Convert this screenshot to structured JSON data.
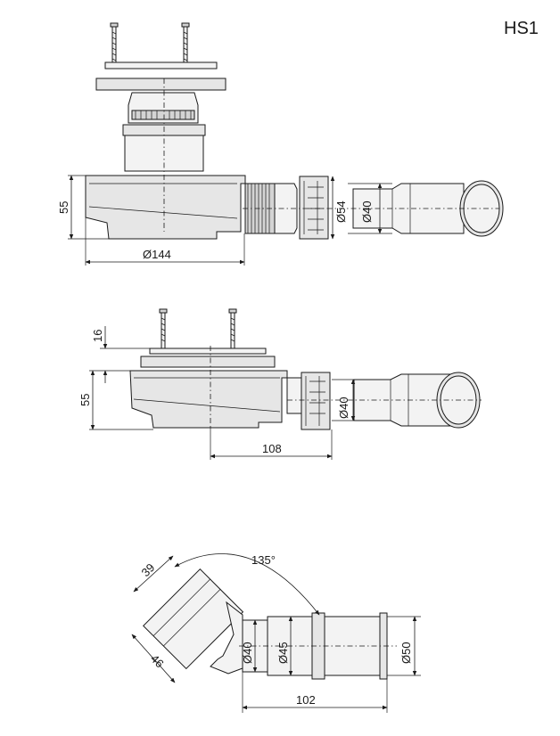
{
  "model": "HS1",
  "view1": {
    "height": "55",
    "width": "Ø144",
    "outer_dia": "Ø54",
    "pipe_dia": "Ø40"
  },
  "view2": {
    "flange": "16",
    "height": "55",
    "length": "108",
    "pipe_dia": "Ø40"
  },
  "view3": {
    "angle": "135°",
    "seg_a": "39",
    "seg_b": "46",
    "dia_a": "Ø40",
    "dia_b": "Ø45",
    "dia_c": "Ø50",
    "length": "102"
  }
}
